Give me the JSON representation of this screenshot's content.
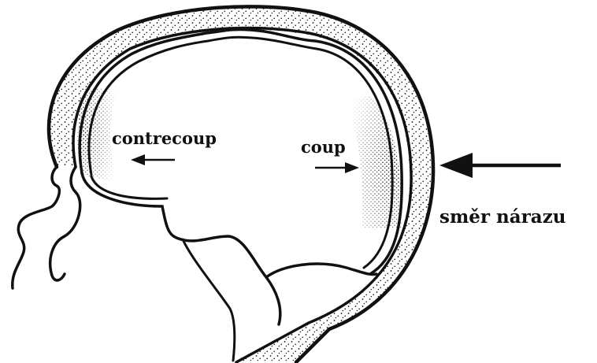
{
  "labels": {
    "contrecoup": "contrecoup",
    "coup": "coup",
    "impact_direction": "směr nárazu"
  },
  "colors": {
    "ink": "#111111",
    "background": "#ffffff"
  }
}
